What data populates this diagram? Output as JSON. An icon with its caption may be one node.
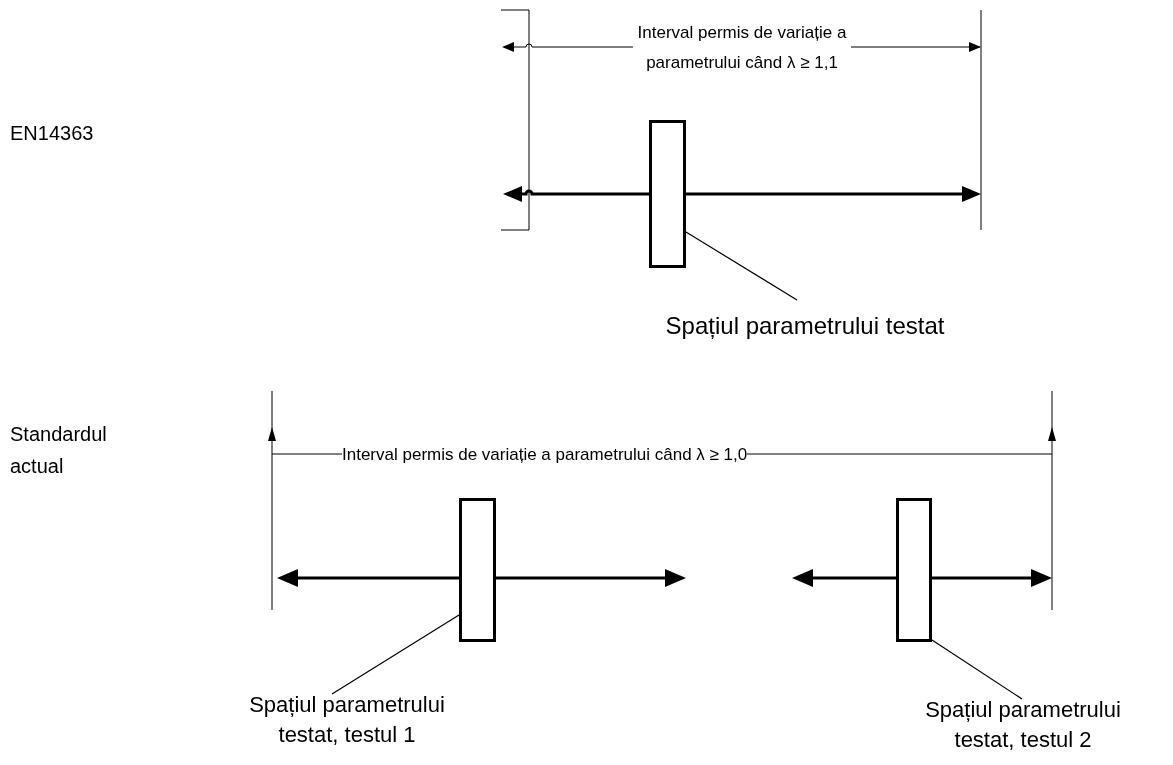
{
  "diagram": {
    "nodes": [
      {
        "text": [],
        "shape": "box"
      },
      {
        "text": [
          "Spațiul parametrului testat"
        ]
      },
      {
        "text": [],
        "shape": "box"
      },
      {
        "text": [
          "Spațiul parametrului testat, testul 1"
        ]
      },
      {
        "text": [],
        "shape": "box"
      },
      {
        "text": [
          "Spațiul parametrului testat, testul 2"
        ]
      }
    ],
    "edges": [
      {
        "from": 1,
        "to": 0,
        "arrow": "none"
      },
      {
        "from": 3,
        "to": 2,
        "arrow": "none"
      },
      {
        "from": 5,
        "to": 4,
        "arrow": "none"
      }
    ],
    "labels": [
      "EN14363",
      "Interval permis de variație a parametrului când λ ≥ 1,1",
      "Standardul actual",
      "Interval permis de variație a parametrului când λ ≥ 1,0"
    ]
  }
}
